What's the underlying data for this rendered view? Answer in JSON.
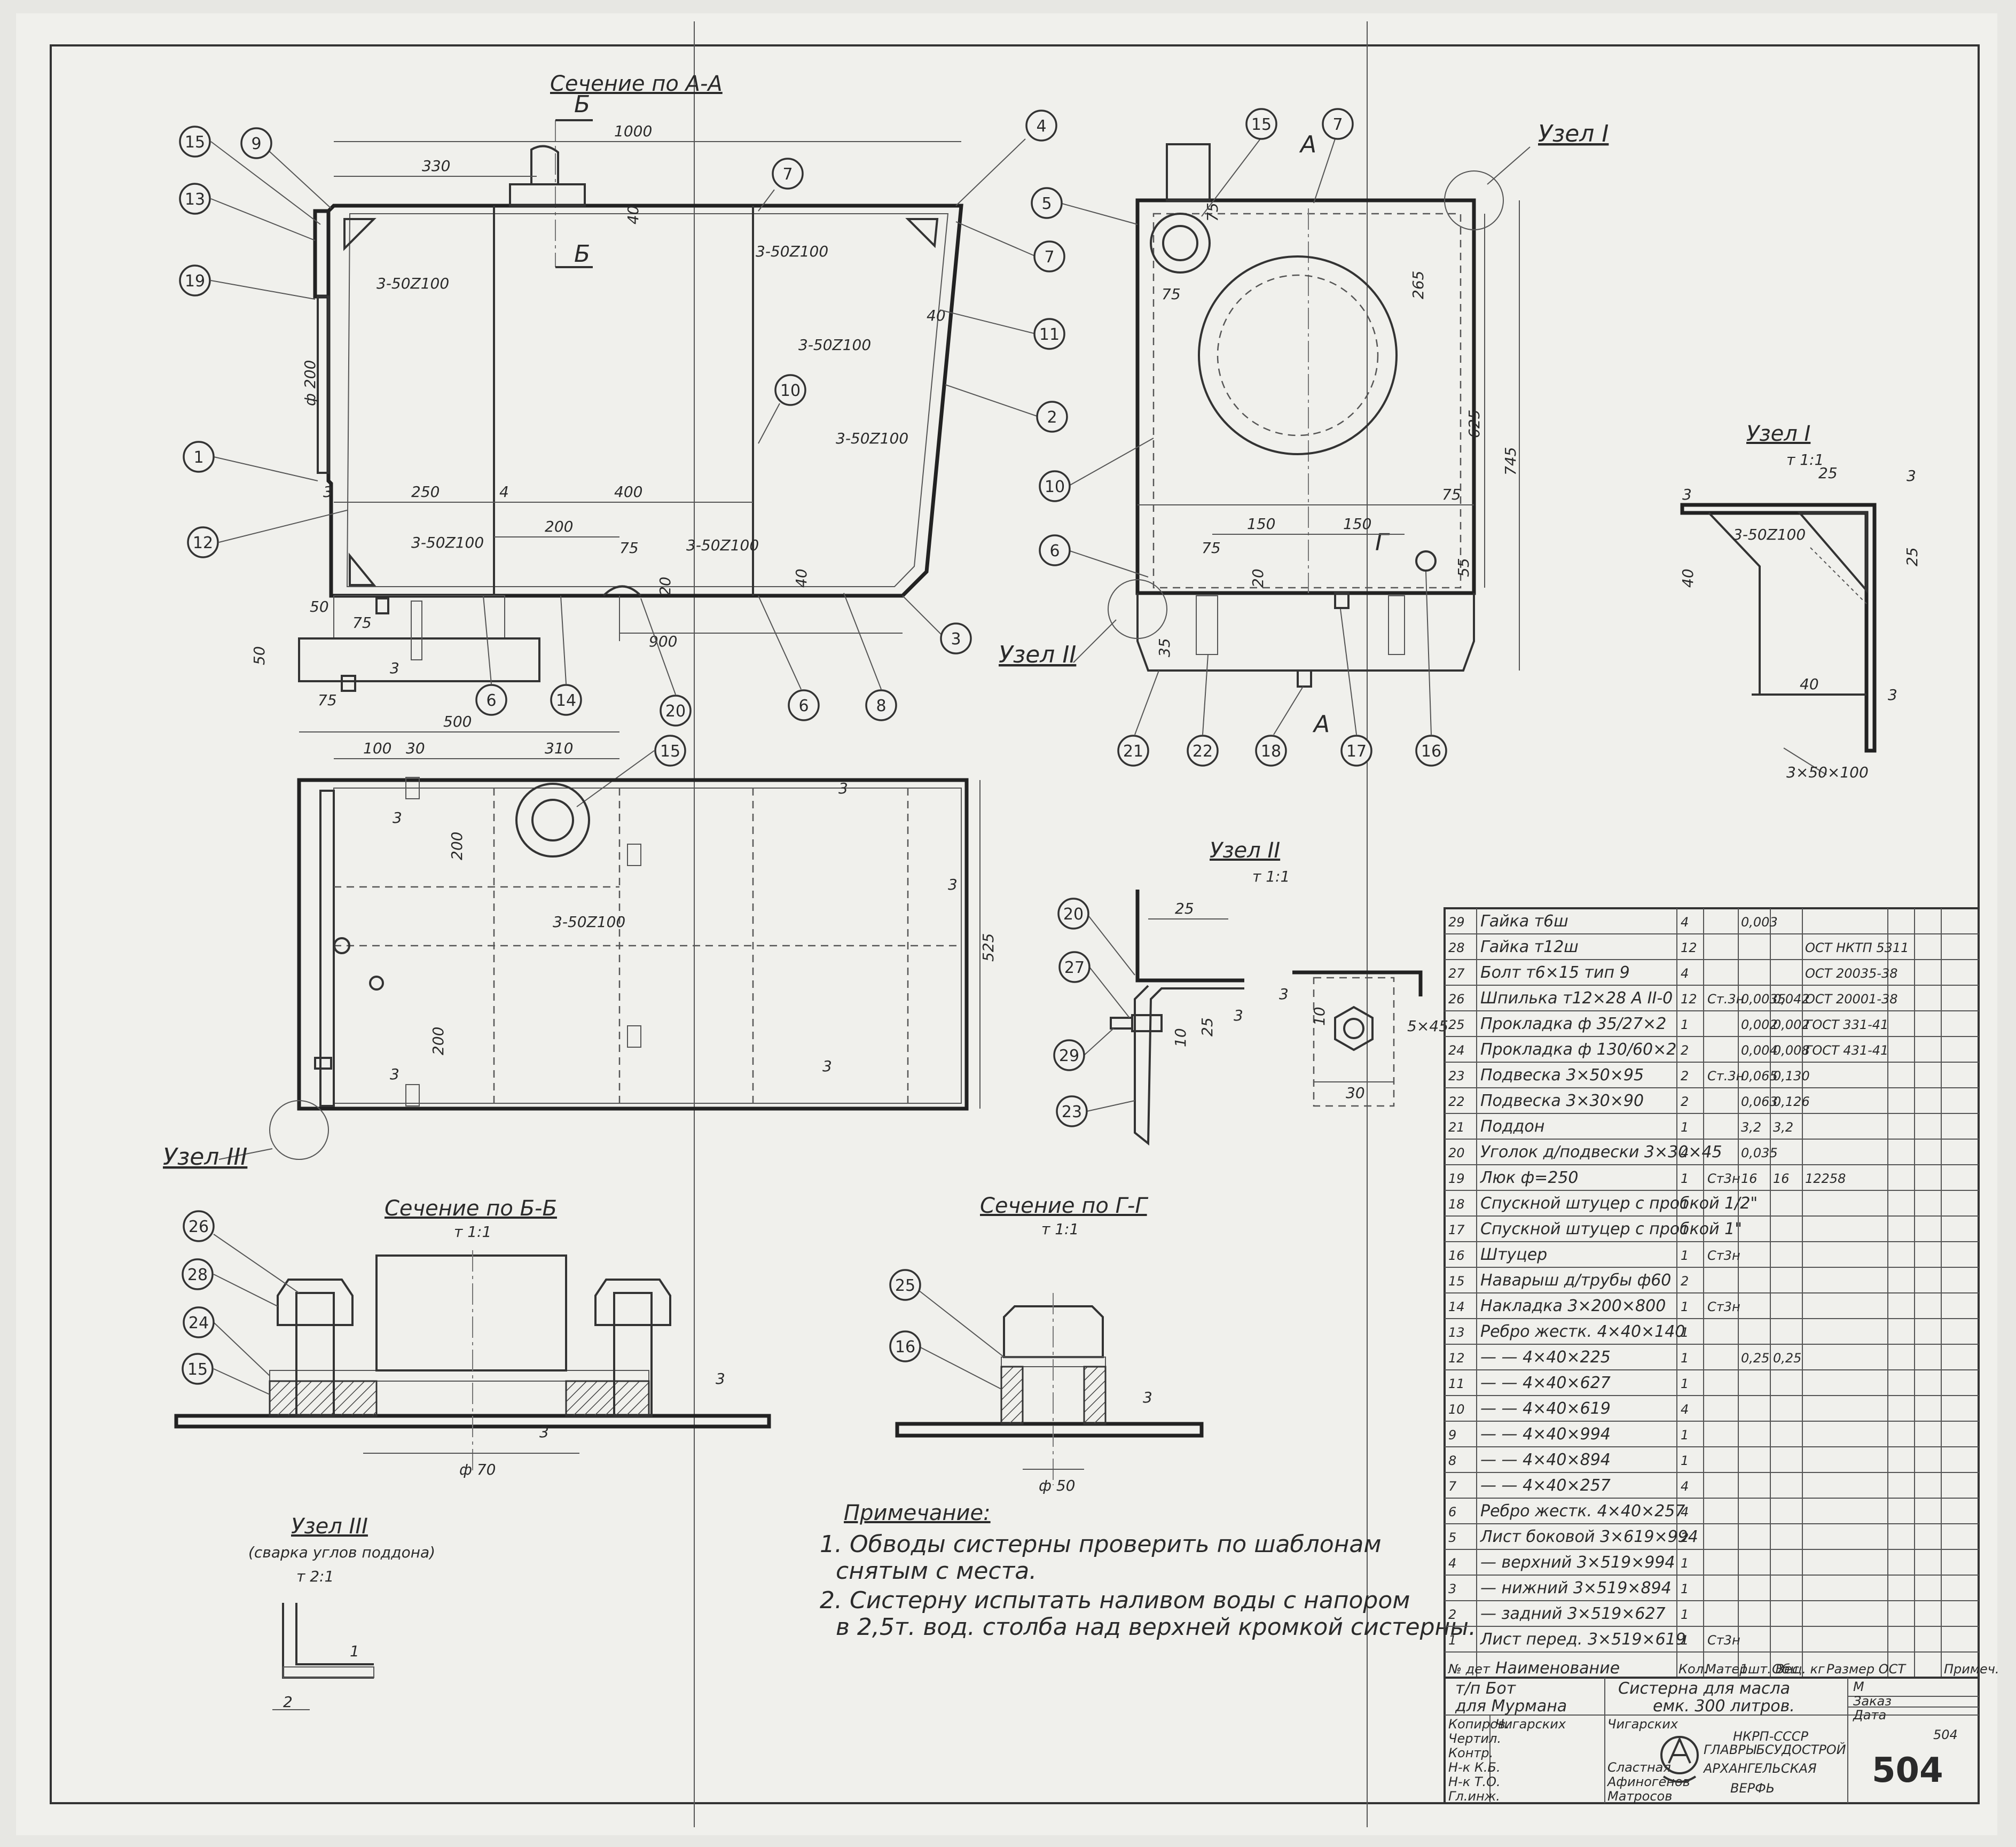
{
  "views": {
    "section_aa": {
      "title": "Сечение по А-А",
      "cut_mark": "Б",
      "dims": [
        "1000",
        "330",
        "40",
        "40",
        "250",
        "400",
        "200",
        "75",
        "20",
        "40",
        "900",
        "50",
        "75",
        "50",
        "75",
        "3",
        "3",
        "4",
        "ф 200"
      ],
      "welds": [
        "3-50Z100",
        "3-50Z100",
        "3-50Z100",
        "3-50Z100",
        "3-50Z100",
        "3-50Z100",
        "3-50Z100"
      ],
      "balloons": [
        "15",
        "9",
        "13",
        "19",
        "1",
        "12",
        "7",
        "4",
        "7",
        "11",
        "2",
        "10",
        "3",
        "6",
        "14",
        "20",
        "6",
        "8",
        "15"
      ]
    },
    "front_view": {
      "cut_a": "А",
      "cut_g": "Г",
      "dims": [
        "75",
        "75",
        "265",
        "625",
        "745",
        "150",
        "150",
        "75",
        "75",
        "55",
        "35",
        "20"
      ],
      "balloons": [
        "15",
        "7",
        "5",
        "10",
        "6",
        "21",
        "22",
        "18",
        "17",
        "16"
      ],
      "node_ref_1": "Узел I",
      "node_ref_2": "Узел II"
    },
    "plan_view": {
      "dims": [
        "500",
        "100",
        "30",
        "310",
        "200",
        "200",
        "525",
        "3",
        "3",
        "3",
        "3",
        "3"
      ],
      "weld": "3-50Z100",
      "node_ref_3": "Узел III"
    },
    "node_1": {
      "title": "Узел I",
      "scale": "т 1:1",
      "dims": [
        "25",
        "3",
        "40",
        "25",
        "40",
        "3",
        "3"
      ],
      "weld": "3-50Z100",
      "profile": "3×50×100"
    },
    "node_2": {
      "title": "Узел II",
      "scale": "т 1:1",
      "dims": [
        "25",
        "3",
        "10",
        "25",
        "3",
        "10",
        "30",
        "5×45"
      ],
      "balloons": [
        "20",
        "27",
        "29",
        "23"
      ]
    },
    "section_bb": {
      "title": "Сечение по Б-Б",
      "scale": "т 1:1",
      "dims": [
        "ф 70",
        "3",
        "3"
      ],
      "balloons": [
        "26",
        "28",
        "24",
        "15"
      ]
    },
    "section_gg": {
      "title": "Сечение по Г-Г",
      "scale": "т 1:1",
      "dims": [
        "ф 50",
        "3"
      ],
      "balloons": [
        "25",
        "16"
      ]
    },
    "node_3": {
      "title": "Узел III",
      "subtitle": "(сварка углов поддона)",
      "scale": "т 2:1",
      "dims": [
        "2",
        "1"
      ]
    }
  },
  "notes": {
    "title": "Примечание:",
    "lines": [
      "1. Обводы систерны проверить по шаблонам",
      "снятым с места.",
      "2. Систерну испытать наливом воды с напором",
      "в 2,5т. вод. столба над верхней кромкой систерны."
    ]
  },
  "parts_list": {
    "header": [
      "№ дет",
      "Наименование",
      "Кол.",
      "Матер.",
      "1шт. Вес",
      "Общ. кг",
      "Размер ОСТ",
      "Примеч."
    ],
    "rows": [
      [
        "29",
        "Гайка т6ш",
        "4",
        "",
        "0,003",
        "",
        "",
        ""
      ],
      [
        "28",
        "Гайка т12ш",
        "12",
        "",
        "",
        "",
        "ОСТ НКТП 5311",
        ""
      ],
      [
        "27",
        "Болт т6×15 тип 9",
        "4",
        "",
        "",
        "",
        "ОСТ 20035-38",
        ""
      ],
      [
        "26",
        "Шпилька т12×28 А II-0",
        "12",
        "Ст.3н",
        "0,0035",
        "0,042",
        "ОСТ 20001-38",
        ""
      ],
      [
        "25",
        "Прокладка ф 35/27×2",
        "1",
        "",
        "0,002",
        "0,002",
        "ГОСТ 331-41",
        ""
      ],
      [
        "24",
        "Прокладка ф 130/60×2",
        "2",
        "",
        "0,004",
        "0,008",
        "ГОСТ 431-41",
        ""
      ],
      [
        "23",
        "Подвеска 3×50×95",
        "2",
        "Ст.3н",
        "0,065",
        "0,130",
        "",
        ""
      ],
      [
        "22",
        "Подвеска 3×30×90",
        "2",
        "",
        "0,063",
        "0,126",
        "",
        ""
      ],
      [
        "21",
        "Поддон",
        "1",
        "",
        "3,2",
        "3,2",
        "",
        ""
      ],
      [
        "20",
        "Уголок д/подвески 3×30×45",
        "4",
        "",
        "0,035",
        "",
        "",
        ""
      ],
      [
        "19",
        "Люк ф=250",
        "1",
        "Ст3н",
        "16",
        "16",
        "12258",
        ""
      ],
      [
        "18",
        "Спускной штуцер с пробкой 1/2\"",
        "1",
        "",
        "",
        "",
        "",
        ""
      ],
      [
        "17",
        "Спускной штуцер с пробкой 1\"",
        "1",
        "",
        "",
        "",
        "",
        ""
      ],
      [
        "16",
        "Штуцер",
        "1",
        "Ст3н",
        "",
        "",
        "",
        ""
      ],
      [
        "15",
        "Наварыш д/трубы ф60",
        "2",
        "",
        "",
        "",
        "",
        ""
      ],
      [
        "14",
        "Накладка 3×200×800",
        "1",
        "Ст3н",
        "",
        "",
        "",
        ""
      ],
      [
        "13",
        "Ребро жестк. 4×40×140",
        "1",
        "",
        "",
        "",
        "",
        ""
      ],
      [
        "12",
        "— — 4×40×225",
        "1",
        "",
        "0,25",
        "0,25",
        "",
        ""
      ],
      [
        "11",
        "— — 4×40×627",
        "1",
        "",
        "",
        "",
        "",
        ""
      ],
      [
        "10",
        "— — 4×40×619",
        "4",
        "",
        "",
        "",
        "",
        ""
      ],
      [
        "9",
        "— — 4×40×994",
        "1",
        "",
        "",
        "",
        "",
        ""
      ],
      [
        "8",
        "— — 4×40×894",
        "1",
        "",
        "",
        "",
        "",
        ""
      ],
      [
        "7",
        "— — 4×40×257",
        "4",
        "",
        "",
        "",
        "",
        ""
      ],
      [
        "6",
        "Ребро жестк. 4×40×257",
        "4",
        "",
        "",
        "",
        "",
        ""
      ],
      [
        "5",
        "Лист боковой 3×619×994",
        "2",
        "",
        "",
        "",
        "",
        ""
      ],
      [
        "4",
        "— верхний 3×519×994",
        "1",
        "",
        "",
        "",
        "",
        ""
      ],
      [
        "3",
        "— нижний 3×519×894",
        "1",
        "",
        "",
        "",
        "",
        ""
      ],
      [
        "2",
        "— задний 3×519×627",
        "1",
        "",
        "",
        "",
        "",
        ""
      ],
      [
        "1",
        "Лист перед. 3×519×619",
        "1",
        "Ст3н",
        "",
        "",
        "",
        ""
      ]
    ]
  },
  "title_block": {
    "vessel": "т/п Бот",
    "vessel_line2": "для Мурмана",
    "drawing_title": "Систерна для масла",
    "drawing_title_line2": "емк. 300 литров.",
    "m_label": "М",
    "order_label": "Заказ",
    "date_label": "Дата",
    "roles": [
      "Копиров.",
      "Чертил.",
      "Контр.",
      "Н-к К.Б.",
      "Н-к Т.О.",
      "Гл.инж."
    ],
    "names": [
      "Чигарских",
      "Чигарских",
      "",
      "Сластная",
      "Афиногенов",
      "Матросов"
    ],
    "org_lines": [
      "НКРП-СССР",
      "ГЛАВРЫБСУДОСТРОЙ",
      "АРХАНГЕЛЬСКАЯ",
      "ВЕРФЬ"
    ],
    "sheet_number": "504",
    "stamp_corner": "504"
  }
}
